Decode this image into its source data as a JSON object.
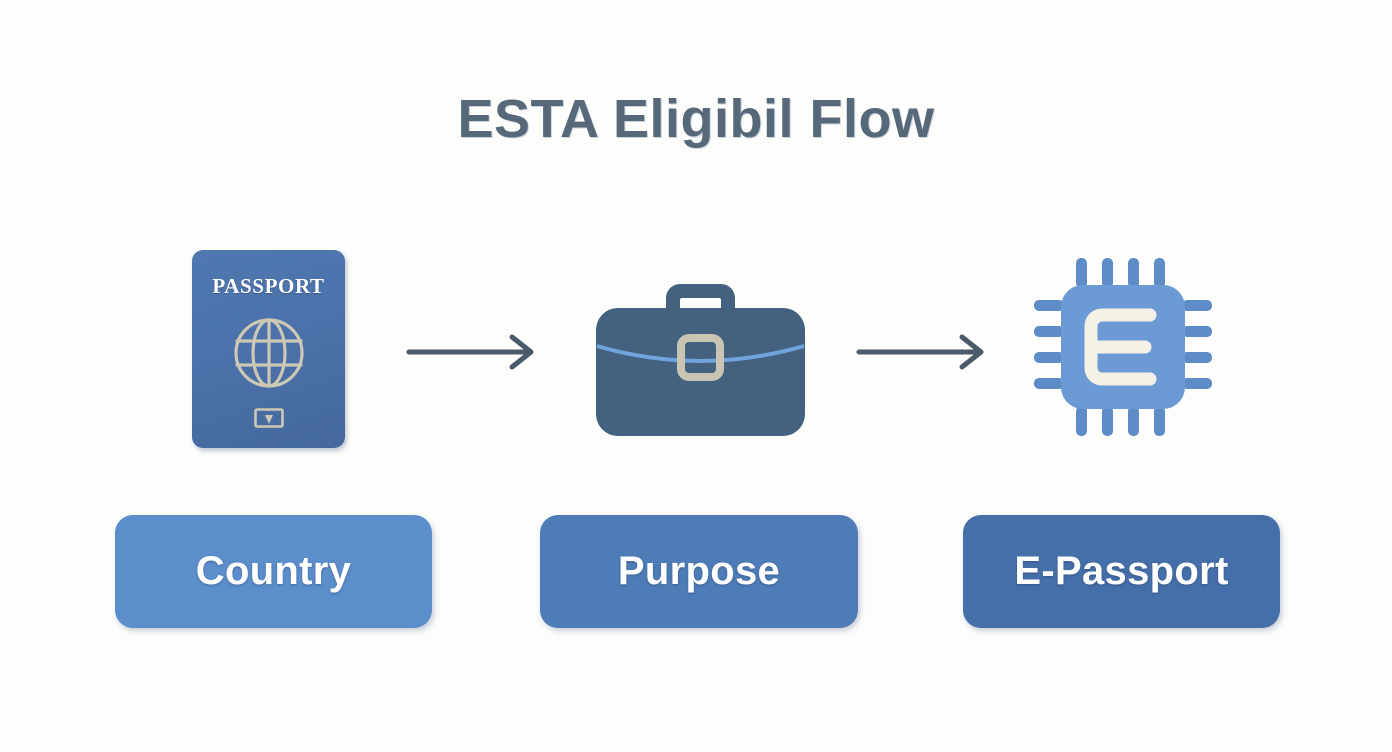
{
  "page": {
    "title": "ESTA Eligibil Flow",
    "background_color": "#fdfdfc",
    "title_color": "#576979"
  },
  "diagram": {
    "type": "horizontal-flow",
    "steps": [
      {
        "id": "country",
        "button_label": "Country",
        "button_color": "#5b8ecb",
        "icon": "passport-icon",
        "icon_text": "PASSPORT",
        "icon_color": "#4b72aa",
        "icon_detail_color": "#cdc8b4"
      },
      {
        "id": "purpose",
        "button_label": "Purpose",
        "button_color": "#4d7cb6",
        "icon": "briefcase-icon",
        "icon_text": "",
        "icon_color": "#44617f",
        "icon_detail_color": "#c9c5b2"
      },
      {
        "id": "epassport",
        "button_label": "E-Passport",
        "button_color": "#456fa8",
        "icon": "chip-icon",
        "icon_text": "E",
        "icon_color": "#6b9ad4",
        "icon_detail_color": "#f5f1e6"
      }
    ],
    "connectors": [
      {
        "id": "arrow-1",
        "from": "country",
        "to": "purpose",
        "glyph": "arrow-right-icon",
        "color": "#4b5a68"
      },
      {
        "id": "arrow-2",
        "from": "purpose",
        "to": "epassport",
        "glyph": "arrow-right-icon",
        "color": "#4b5a68"
      }
    ]
  }
}
